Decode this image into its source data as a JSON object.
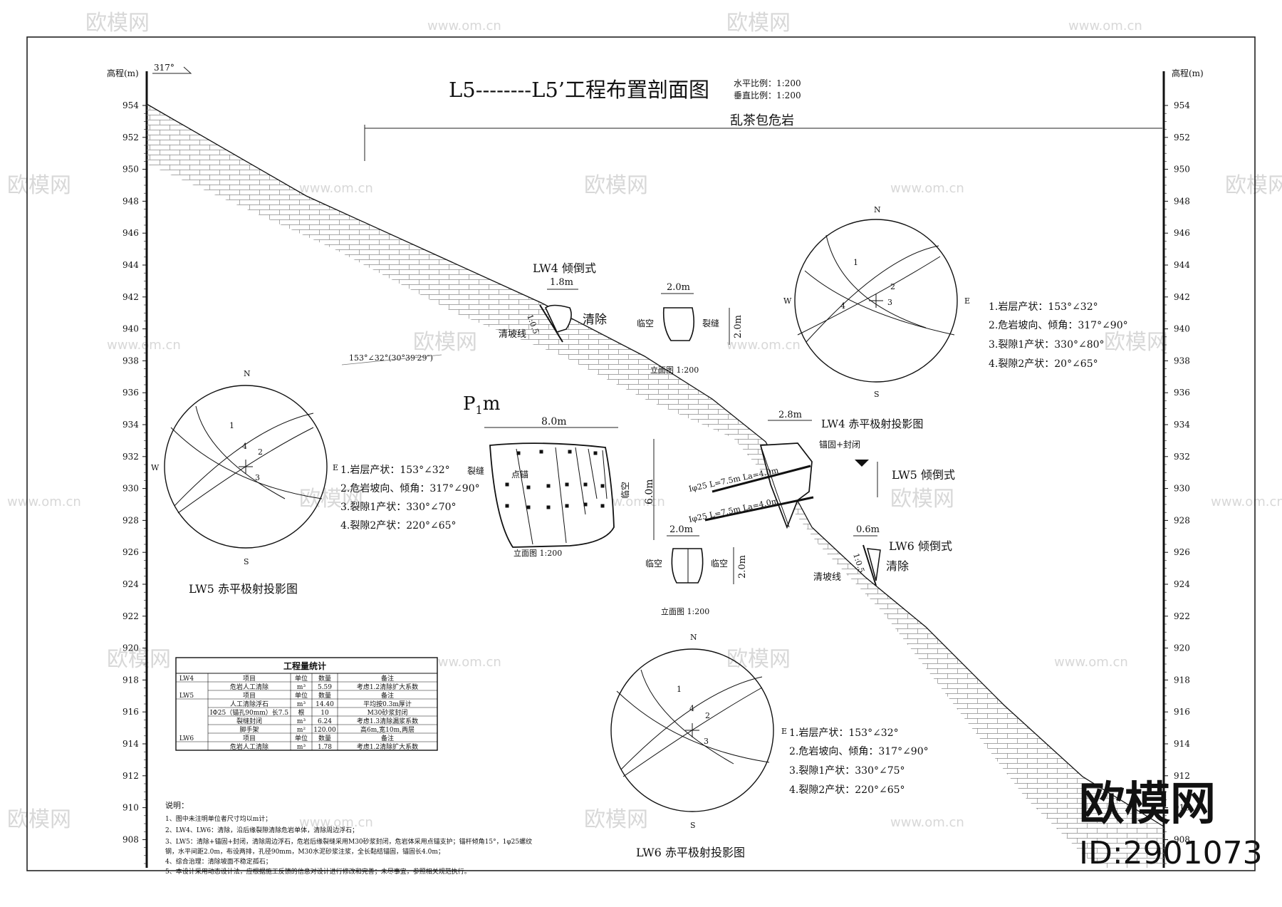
{
  "title": "L5--------L5’工程布置剖面图",
  "scale": {
    "h": "水平比例：1:200",
    "v": "垂直比例：1:200"
  },
  "azimuth": "317°",
  "axis": {
    "label": "高程(m)",
    "ticks": [
      "954",
      "952",
      "950",
      "948",
      "946",
      "944",
      "942",
      "940",
      "938",
      "936",
      "934",
      "932",
      "930",
      "928",
      "926",
      "924",
      "922",
      "920",
      "918",
      "916",
      "914",
      "912",
      "910",
      "908"
    ]
  },
  "slope_name": "乱茶包危岩",
  "slope_bedding": "153°∠32°(30°39′29″)",
  "lw4": {
    "title": "LW4  倾倒式",
    "width": "1.8m",
    "action": "清除",
    "slope_ratio": "1:0.5",
    "clear_line": "清坡线",
    "elev_title": "立面图  1:200",
    "elev_width": "2.0m",
    "elev_height": "2.0m",
    "left_label": "临空",
    "right_label": "裂缝"
  },
  "p1m": {
    "title": "P",
    "sub": "1",
    "suffix": "m",
    "width": "8.0m",
    "crack": "裂缝",
    "anchor_pts": "点锚",
    "elev_title": "立面图  1:200",
    "height": "6.0m",
    "gap": "临空"
  },
  "lw5": {
    "width": "2.8m",
    "stereo_caption": "LW4 赤平极射投影图",
    "fix": "锚固+封闭",
    "title": "LW5  倾倒式",
    "bolt1": "Ⅰφ25 L=7.5m La=4.0m",
    "bolt2": "Ⅰφ25 L=7.5m La=4.0m"
  },
  "lw6": {
    "width": "0.6m",
    "title": "LW6  倾倒式",
    "action": "清除",
    "slope_ratio": "1:0.5",
    "clear_line": "清坡线",
    "elev_width": "2.0m",
    "elev_height": "2.0m",
    "elev_title": "立面图  1:200",
    "left_label": "临空",
    "right_label": "临空"
  },
  "stereo": {
    "N": "N",
    "S": "S",
    "E": "E",
    "W": "W",
    "p1": "1",
    "p2": "2",
    "p3": "3",
    "p4": "4"
  },
  "lw4_legend": [
    "1.岩层产状：153°∠32°",
    "2.危岩坡向、倾角：317°∠90°",
    "3.裂隙1产状：330°∠80°",
    "4.裂隙2产状：20°∠65°"
  ],
  "lw5_legend": [
    "1.岩层产状：153°∠32°",
    "2.危岩坡向、倾角：317°∠90°",
    "3.裂隙1产状：330°∠70°",
    "4.裂隙2产状：220°∠65°"
  ],
  "lw5_caption": "LW5 赤平极射投影图",
  "lw6_legend": [
    "1.岩层产状：153°∠32°",
    "2.危岩坡向、倾角：317°∠90°",
    "3.裂隙1产状：330°∠75°",
    "4.裂隙2产状：220°∠65°"
  ],
  "lw6_caption": "LW6 赤平极射投影图",
  "table": {
    "title": "工程量统计",
    "rows": [
      [
        "LW4",
        "项目",
        "单位",
        "数量",
        "备注"
      ],
      [
        "",
        "危岩人工清除",
        "m³",
        "5.59",
        "考虑1.2清除扩大系数"
      ],
      [
        "LW5",
        "项目",
        "单位",
        "数量",
        "备注"
      ],
      [
        "",
        "人工清除浮石",
        "m³",
        "14.40",
        "平均按0.3m厚计"
      ],
      [
        "",
        "ⅠΦ25（锚孔90mm）长7.5",
        "根",
        "10",
        "M30砂浆封闭"
      ],
      [
        "",
        "裂缝封闭",
        "m³",
        "6.24",
        "考虑1.3清除漏浆系数"
      ],
      [
        "",
        "脚手架",
        "m²",
        "120.00",
        "高6m,宽10m,两层"
      ],
      [
        "LW6",
        "项目",
        "单位",
        "数量",
        "备注"
      ],
      [
        "",
        "危岩人工清除",
        "m³",
        "1.78",
        "考虑1.2清除扩大系数"
      ]
    ]
  },
  "notes": {
    "title": "说明：",
    "lines": [
      "1、图中未注明单位者尺寸均以m计；",
      "2、LW4、LW6：清除，沿后缘裂隙清除危岩单体，清除周边浮石；",
      "3、LW5：清除+锚固+封闭，清除周边浮石，危岩后缘裂缝采用M30砂浆封闭，危岩体采用点锚支护；锚杆倾角15°，1φ25螺纹",
      "钢，水平间距2.0m，布设两排，孔径90mm，M30水泥砂浆注浆，全长黏结锚固，锚固长4.0m；",
      "4、综合治理：清除坡面不稳定孤石；",
      "5、本设计采用动态设计法，应根据施工反馈的信息对设计进行修改和完善；未尽事宜，参照相关规范执行。"
    ]
  },
  "watermarks": {
    "brand": "欧模网",
    "site": "www.om.cn",
    "id": "ID:2901073"
  }
}
